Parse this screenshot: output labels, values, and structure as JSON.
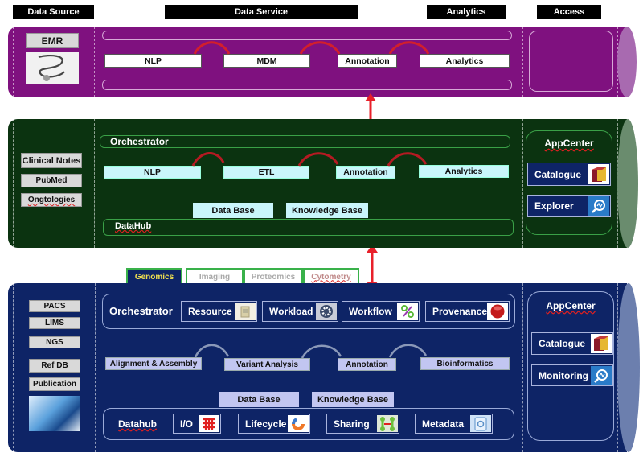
{
  "headers": {
    "data_source": "Data Source",
    "data_service": "Data Service",
    "analytics": "Analytics",
    "access": "Access"
  },
  "layer1": {
    "color": "#7f117f",
    "source": {
      "label": "EMR",
      "image": "stethoscope-image"
    },
    "pipeline": [
      "NLP",
      "MDM",
      "Annotation",
      "Analytics"
    ]
  },
  "layer2": {
    "color": "#0b3310",
    "sources": [
      "Clinical Notes",
      "PubMed",
      "Ongtologies"
    ],
    "orchestrator": "Orchestrator",
    "pipeline": [
      "NLP",
      "ETL",
      "Annotation",
      "Analytics"
    ],
    "stores": [
      "Data Base",
      "Knowledge Base"
    ],
    "datahub": "DataHub",
    "appcenter": {
      "title": "AppCenter",
      "items": [
        {
          "label": "Catalogue",
          "icon": "rubiks-cube-icon"
        },
        {
          "label": "Explorer",
          "icon": "magnifier-chart-icon"
        }
      ]
    }
  },
  "layer3": {
    "color": "#0e2466",
    "tabs": [
      {
        "label": "Genomics",
        "active": true
      },
      {
        "label": "Imaging",
        "active": false
      },
      {
        "label": "Proteomics",
        "active": false
      },
      {
        "label": "Cytometry",
        "active": false
      }
    ],
    "sources": [
      "PACS",
      "LIMS",
      "NGS",
      "Ref DB",
      "Publication"
    ],
    "source_image": "globe-image",
    "orchestrator": {
      "label": "Orchestrator",
      "items": [
        {
          "label": "Resource",
          "icon": "server-icon"
        },
        {
          "label": "Workload",
          "icon": "gear-icon"
        },
        {
          "label": "Workflow",
          "icon": "workflow-icon"
        },
        {
          "label": "Provenance",
          "icon": "record-button-icon"
        }
      ]
    },
    "pipeline": [
      "Alignment & Assembly",
      "Variant Analysis",
      "Annotation",
      "Bioinformatics"
    ],
    "stores": [
      "Data Base",
      "Knowledge Base"
    ],
    "datahub": {
      "label": "Datahub",
      "items": [
        {
          "label": "I/O",
          "icon": "io-grid-icon"
        },
        {
          "label": "Lifecycle",
          "icon": "cycle-icon"
        },
        {
          "label": "Sharing",
          "icon": "sharing-icon"
        },
        {
          "label": "Metadata",
          "icon": "metadata-icon"
        }
      ]
    },
    "appcenter": {
      "title": "AppCenter",
      "items": [
        {
          "label": "Catalogue",
          "icon": "rubiks-cube-icon"
        },
        {
          "label": "Monitoring",
          "icon": "magnifier-chart-icon"
        }
      ]
    }
  }
}
